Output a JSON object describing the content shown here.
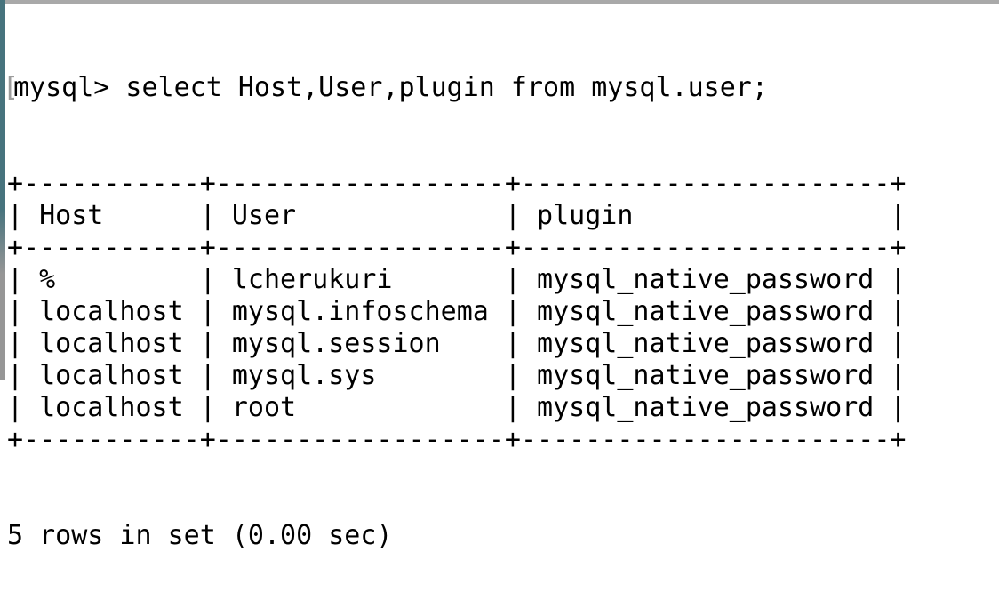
{
  "window": {
    "background": "#ffffff",
    "text_color": "#000000",
    "top_edge_color": "#a9a9a9",
    "left_edge_teal": "#47737d",
    "left_edge_gray": "#969696",
    "prompt_mark_color": "#9c9c9c"
  },
  "terminal": {
    "prompt_mark": "[",
    "command_echo": "mysql> select Host,User,plugin from mysql.user;",
    "result_table": {
      "columns": [
        "Host",
        "User",
        "plugin"
      ],
      "rows": [
        [
          "%",
          "lcherukuri",
          "mysql_native_password"
        ],
        [
          "localhost",
          "mysql.infoschema",
          "mysql_native_password"
        ],
        [
          "localhost",
          "mysql.session",
          "mysql_native_password"
        ],
        [
          "localhost",
          "mysql.sys",
          "mysql_native_password"
        ],
        [
          "localhost",
          "root",
          "mysql_native_password"
        ]
      ]
    },
    "status_line": "5 rows in set (0.00 sec)"
  }
}
